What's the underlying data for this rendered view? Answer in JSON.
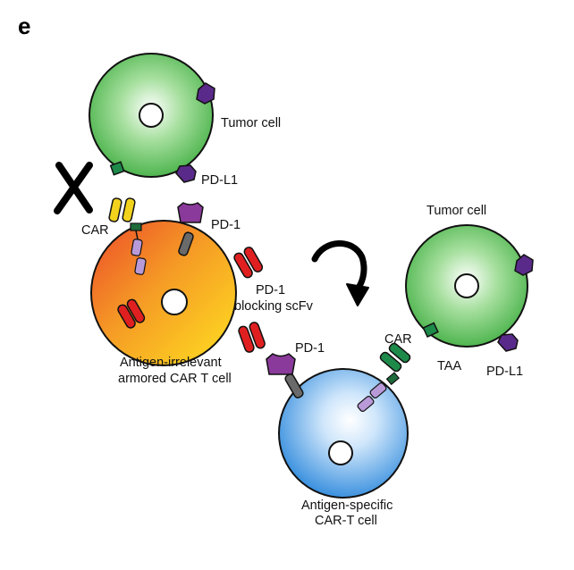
{
  "panel_letter": "e",
  "labels": {
    "tumor_cell_top": "Tumor cell",
    "pdl1_top": "PD-L1",
    "car_left": "CAR",
    "pd1_left": "PD-1",
    "scfv_line1": "PD-1",
    "scfv_line2": "blocking scFv",
    "armored_line1": "Antigen-irrelevant",
    "armored_line2": "armored CAR T cell",
    "tumor_cell_right": "Tumor cell",
    "pd1_right": "PD-1",
    "car_right": "CAR",
    "taa": "TAA",
    "pdl1_right": "PD-L1",
    "specific_line1": "Antigen-specific",
    "specific_line2": "CAR-T cell"
  },
  "colors": {
    "tumor_green": "#63c463",
    "pdl1_purple": "#5a2a8a",
    "pd1_purple": "#8a3a9a",
    "car_yellow": "#f2d21c",
    "car_green": "#1e8a4a",
    "scfv_red": "#e02020",
    "lavender": "#b99ad8",
    "grey_stalk": "#6a6a6a",
    "armored_orange": "#f07a2a",
    "armored_yellow": "#ffd21e",
    "blue_cell": "#5aa8e8"
  }
}
